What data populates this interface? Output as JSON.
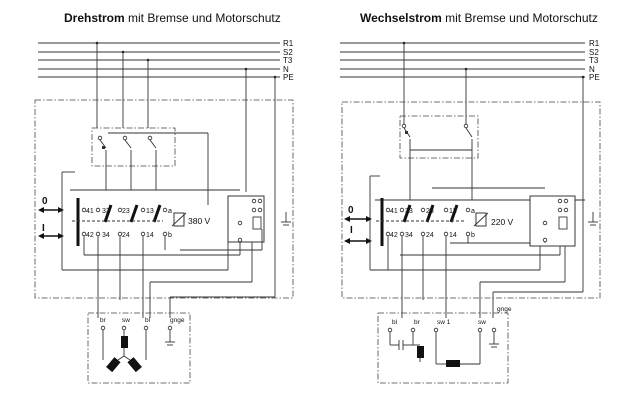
{
  "left": {
    "title_bold": "Drehstrom",
    "title_rest": " mit Bremse und Motorschutz",
    "lines": [
      "R1",
      "S2",
      "T3",
      "N",
      "PE"
    ],
    "contacts_top": [
      "41",
      "33",
      "23",
      "13",
      "a"
    ],
    "contacts_bottom": [
      "42",
      "34",
      "24",
      "14",
      "b"
    ],
    "voltage": "380 V",
    "switch_on": "0",
    "switch_off": "I",
    "motor_labels": [
      "br",
      "sw",
      "bl",
      "gnge"
    ]
  },
  "right": {
    "title_bold": "Wechselstrom",
    "title_rest": " mit Bremse und Motorschutz",
    "lines": [
      "R1",
      "S2",
      "T3",
      "N",
      "PE"
    ],
    "contacts_top": [
      "41",
      "33",
      "23",
      "13",
      "a"
    ],
    "contacts_bottom": [
      "42",
      "34",
      "24",
      "14",
      "b"
    ],
    "voltage": "220 V",
    "switch_on": "0",
    "switch_off": "I",
    "motor_labels": [
      "bl",
      "br",
      "sw 1",
      "sw",
      "gnge"
    ]
  }
}
